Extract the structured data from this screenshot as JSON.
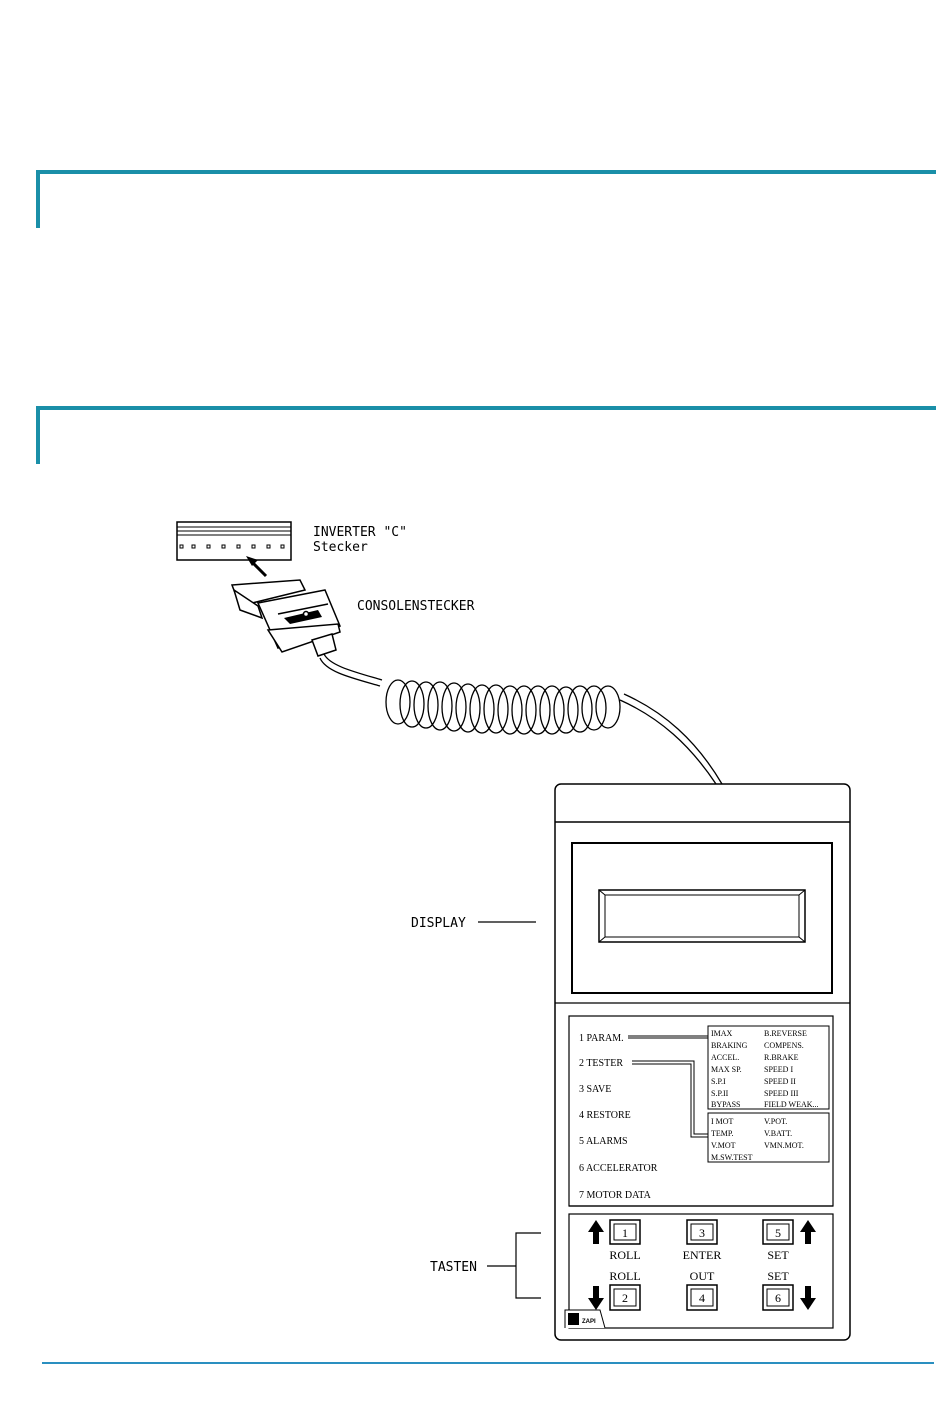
{
  "labels": {
    "inverter_line1": "INVERTER  \"C\"",
    "inverter_line2": "Stecker",
    "console_plug": "CONSOLENSTECKER",
    "display": "DISPLAY",
    "keys": "TASTEN"
  },
  "menu": [
    "1  PARAM.",
    "2  TESTER",
    "3  SAVE",
    "4  RESTORE",
    "5  ALARMS",
    "6  ACCELERATOR",
    "7  MOTOR  DATA"
  ],
  "param_items": [
    [
      "IMAX",
      "B.REVERSE"
    ],
    [
      "BRAKING",
      "COMPENS."
    ],
    [
      "ACCEL.",
      "R.BRAKE"
    ],
    [
      "MAX  SP.",
      "SPEED  I"
    ],
    [
      "S.P.I",
      "SPEED  II"
    ],
    [
      "S.P.II",
      "SPEED  III"
    ],
    [
      "BYPASS",
      "FIELD  WEAK..."
    ]
  ],
  "tester_items": [
    [
      "I  MOT",
      "V.POT."
    ],
    [
      "TEMP.",
      "V.BATT."
    ],
    [
      "V.MOT",
      "VMN.MOT."
    ],
    [
      "M.SW.TEST",
      ""
    ]
  ],
  "keys": {
    "k1": "1",
    "k2": "2",
    "k3": "3",
    "k4": "4",
    "k5": "5",
    "k6": "6",
    "roll_top": "ROLL",
    "enter": "ENTER",
    "set_top": "SET",
    "roll_bottom": "ROLL",
    "out": "OUT",
    "set_bottom": "SET"
  },
  "logo_text": "ZAPI"
}
